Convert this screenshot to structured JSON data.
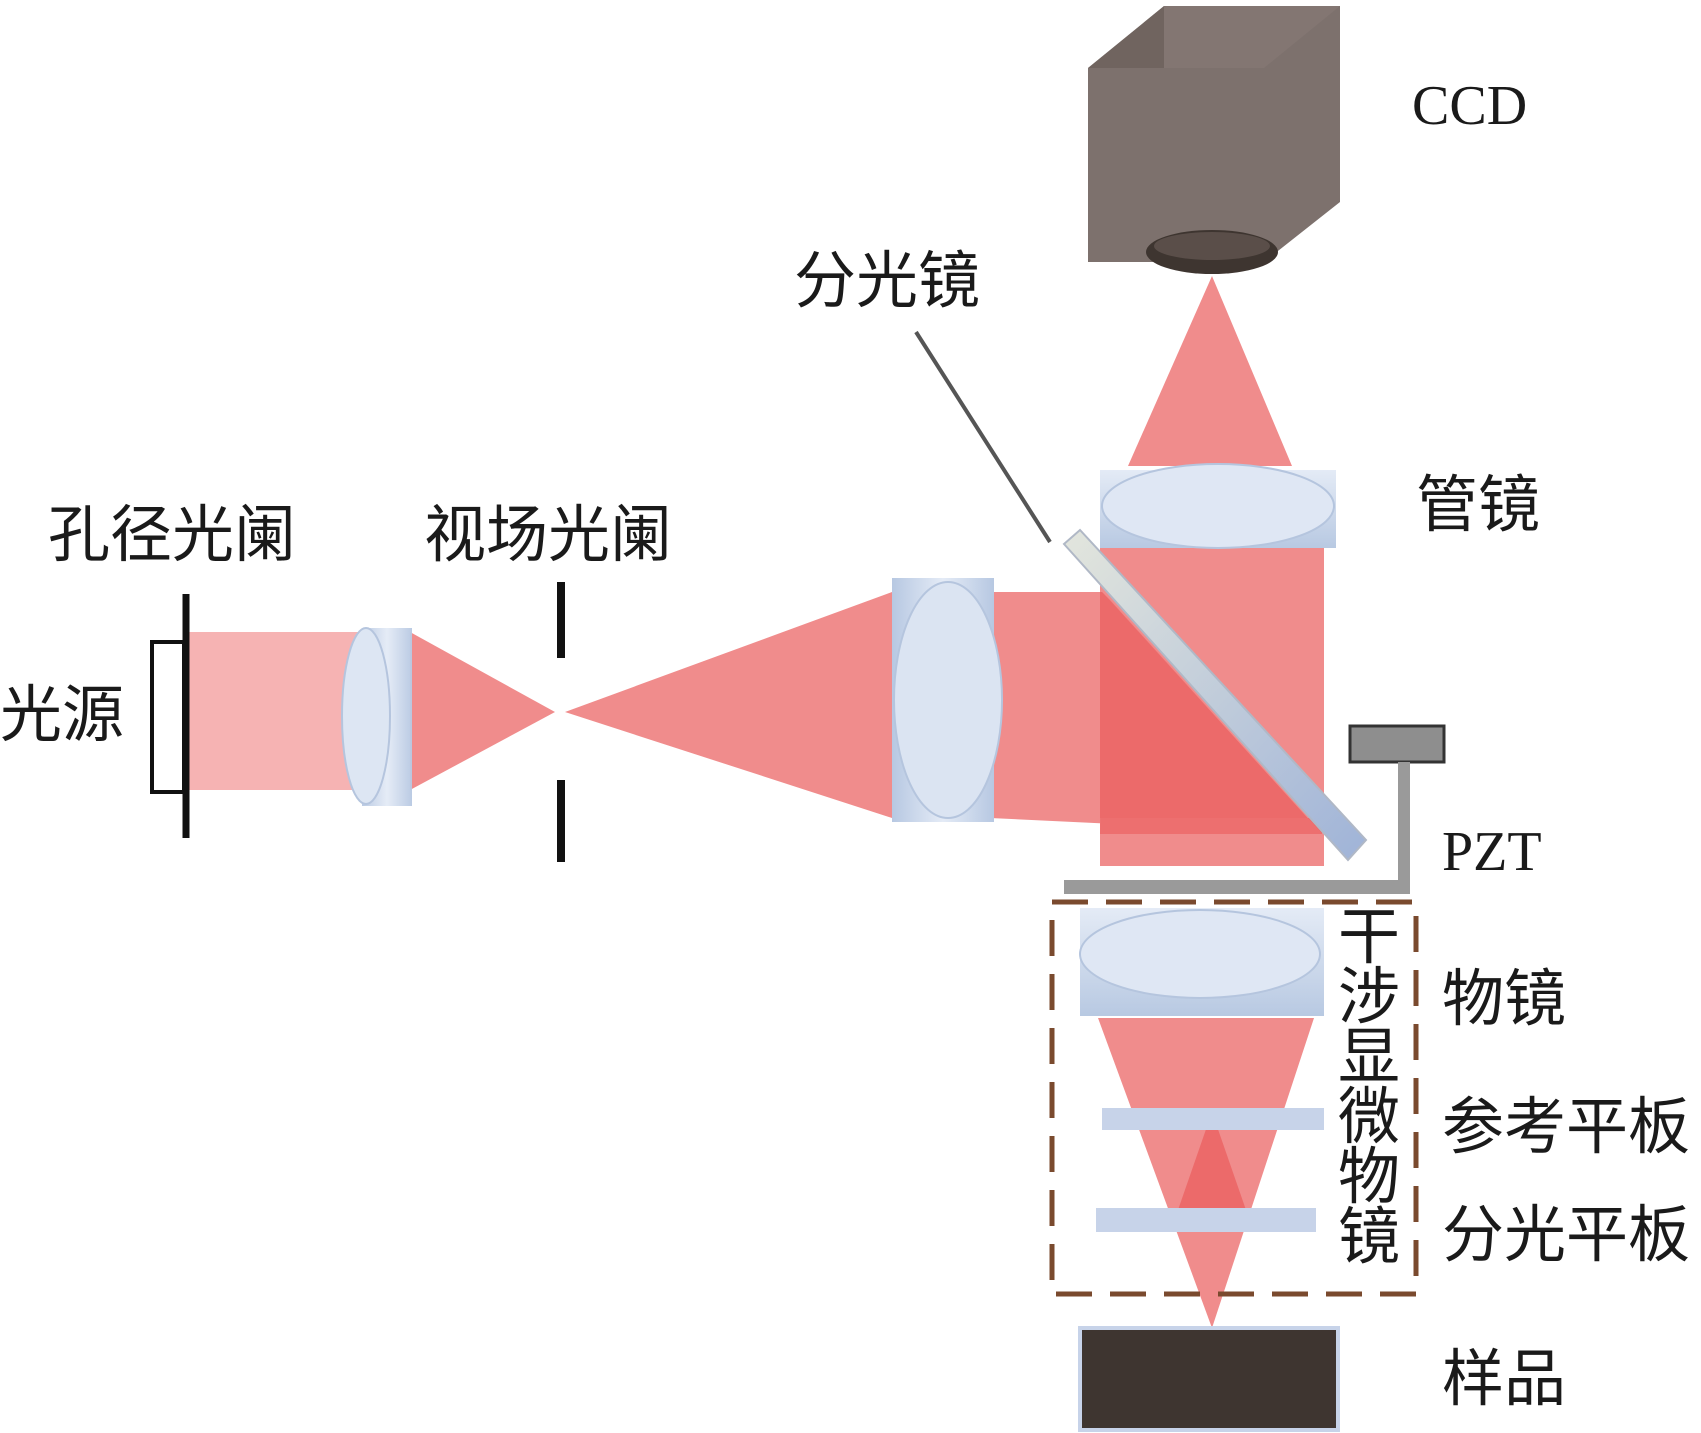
{
  "labels": {
    "aperture_stop": "孔径光阑",
    "field_stop": "视场光阑",
    "light_source": "光源",
    "beam_splitter": "分光镜",
    "ccd": "CCD",
    "tube_lens": "管镜",
    "pzt": "PZT",
    "objective": "物镜",
    "reference_plate": "参考平板",
    "splitter_plate": "分光平板",
    "sample": "样品",
    "interference_objective_chars": [
      "干",
      "涉",
      "显",
      "微",
      "物",
      "镜"
    ]
  },
  "colors": {
    "beam": "#f08c8c",
    "beam_light": "#f6b0b0",
    "beam_dark": "#ec6a6a",
    "lens": "#c9d6ea",
    "ccd_body": "#837672",
    "sample": "#3e3530",
    "pzt_frame": "#8e8e8e",
    "dashed_box": "#7a4a2e"
  }
}
